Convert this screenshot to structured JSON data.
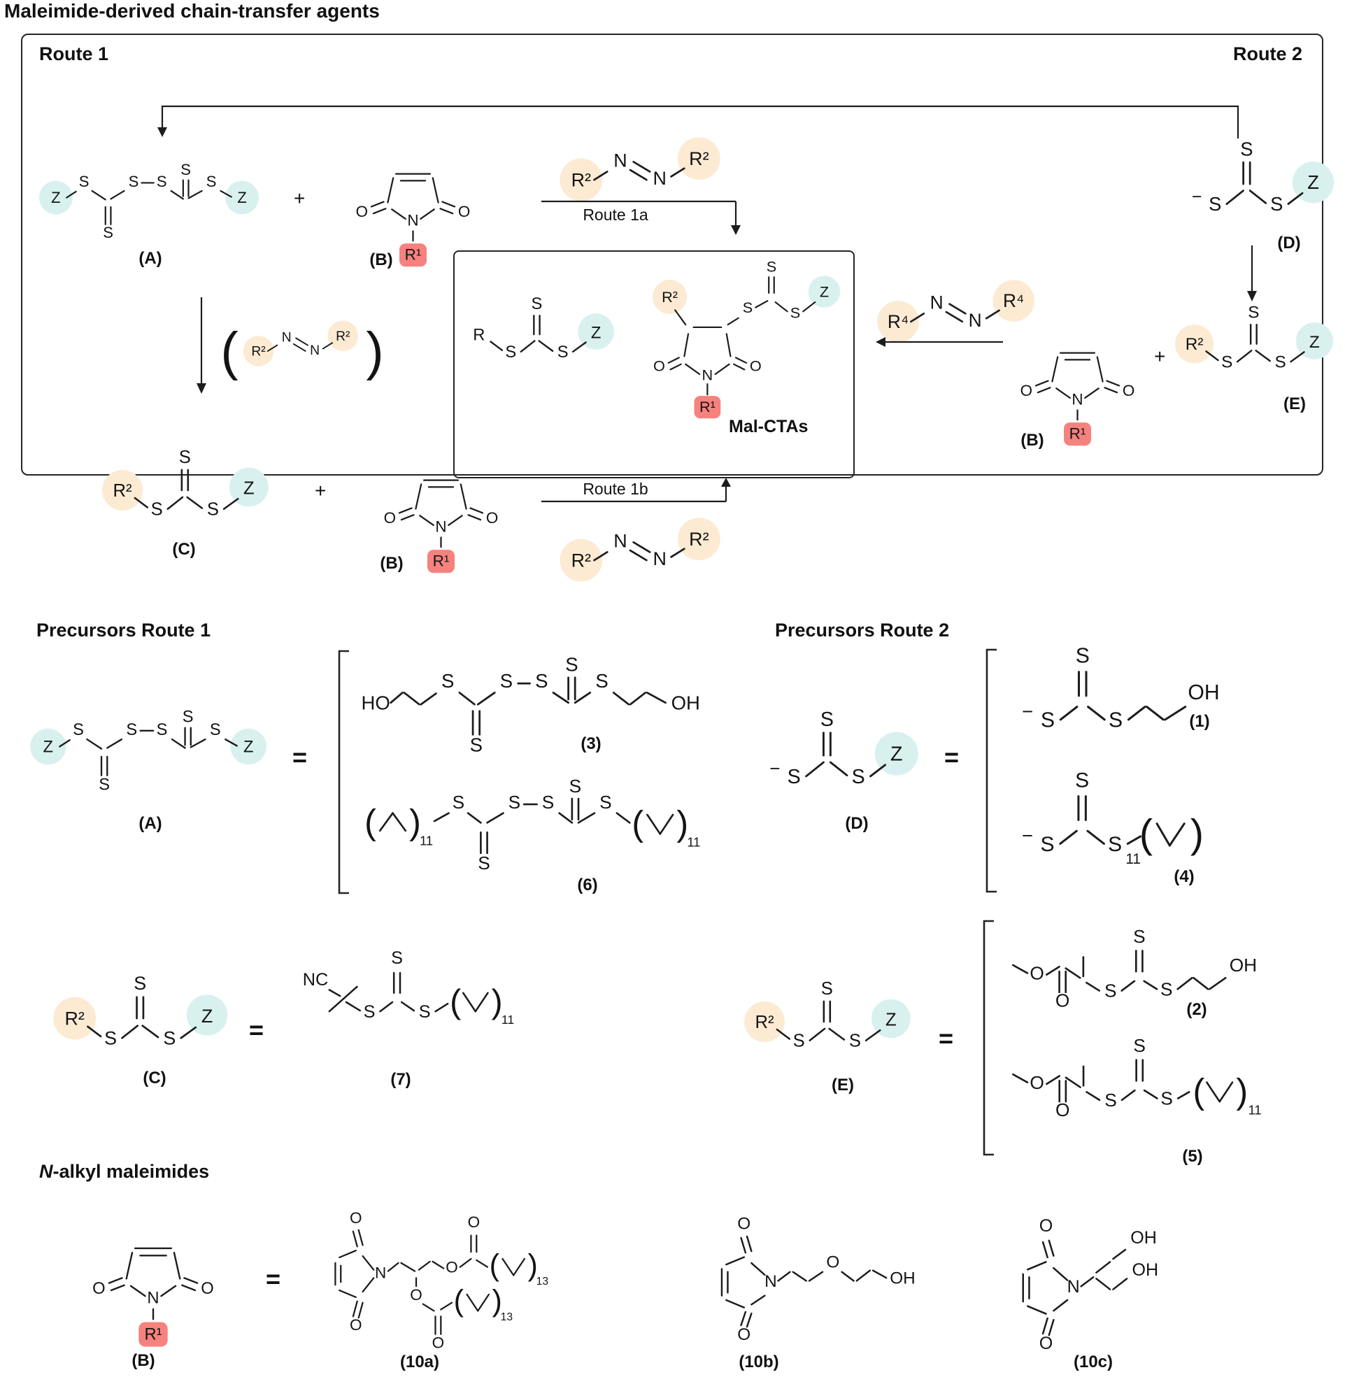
{
  "title": "Maleimide-derived chain-transfer agents",
  "scheme": {
    "route1": "Route 1",
    "route2": "Route 2",
    "route1a": "Route 1a",
    "route1b": "Route 1b",
    "product_name": "Mal-CTAs"
  },
  "sections": {
    "precursors_route1": "Precursors Route 1",
    "precursors_route2": "Precursors Route 2",
    "n_alkyl_italic": "N",
    "n_alkyl_rest": "-alkyl maleimides"
  },
  "labels": {
    "A": "(A)",
    "B": "(B)",
    "C": "(C)",
    "D": "(D)",
    "E": "(E)",
    "n1": "(1)",
    "n2": "(2)",
    "n3": "(3)",
    "n4": "(4)",
    "n5": "(5)",
    "n6": "(6)",
    "n7": "(7)",
    "n10a": "(10a)",
    "n10b": "(10b)",
    "n10c": "(10c)"
  },
  "ops": {
    "plus": "+",
    "equals": "="
  },
  "sym": {
    "S": "S",
    "O": "O",
    "N": "N",
    "Z": "Z",
    "R": "R",
    "R1": "R¹",
    "R2": "R²",
    "R4": "R⁴",
    "HO": "HO",
    "OH": "OH",
    "NC": "NC",
    "minus": "−",
    "sub11": "11",
    "sub13": "13",
    "parenL": "(",
    "parenR": ")"
  },
  "colors": {
    "z_highlight": "#d9f1ee",
    "r2_highlight": "#fcead3",
    "r1_highlight": "#f5827e",
    "bond": "#1c1c1c"
  }
}
